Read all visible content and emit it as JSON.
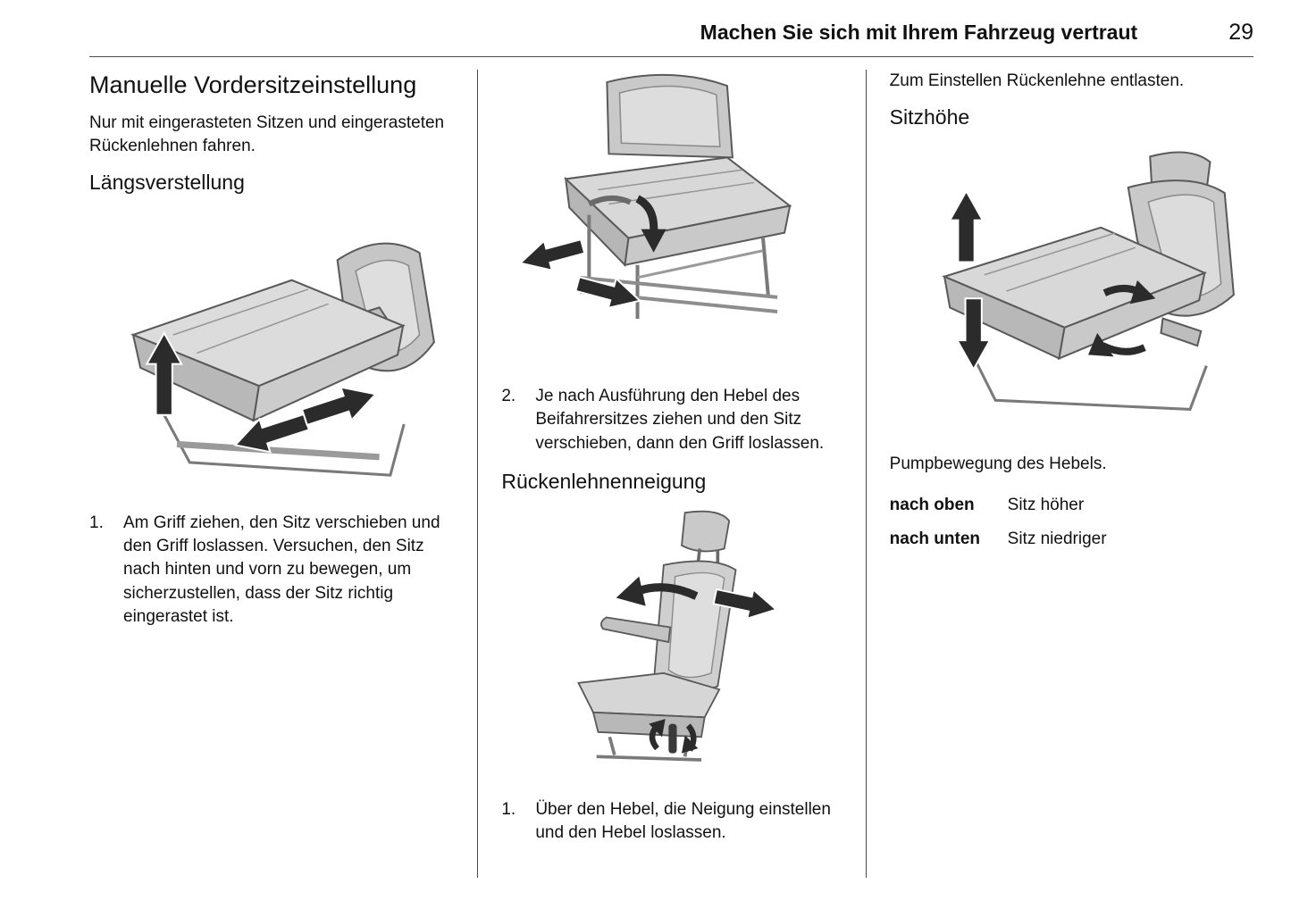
{
  "header": {
    "title": "Machen Sie sich mit Ihrem Fahrzeug vertraut",
    "page_number": "29"
  },
  "left_column": {
    "heading": "Manuelle Vordersitzeinstellung",
    "intro": "Nur mit eingerasteten Sitzen und eingerasteten Rückenlehnen fahren.",
    "subheading": "Längsverstellung",
    "illustration": "seat-longitudinal-adjustment-arrows",
    "step": {
      "number": "1.",
      "text": "Am Griff ziehen, den Sitz verschieben und den Griff loslassen. Versuchen, den Sitz nach hinten und vorn zu bewegen, um sicherzustellen, dass der Sitz richtig eingerastet ist."
    }
  },
  "middle_column": {
    "illustration_top": "passenger-seat-slide-adjustment-arrows",
    "step2": {
      "number": "2.",
      "text": "Je nach Ausführung den Hebel des Beifahrersitzes ziehen und den Sitz verschieben, dann den Griff loslassen."
    },
    "subheading": "Rückenlehnenneigung",
    "illustration_bottom": "seat-backrest-recline-arrows",
    "step1": {
      "number": "1.",
      "text": "Über den Hebel, die Neigung einstellen und den Hebel loslassen."
    }
  },
  "right_column": {
    "intro": "Zum Einstellen Rückenlehne entlasten.",
    "subheading": "Sitzhöhe",
    "illustration": "seat-height-adjustment-arrows",
    "pump_text": "Pumpbewegung des Hebels.",
    "table": [
      {
        "key": "nach oben",
        "value": "Sitz höher"
      },
      {
        "key": "nach unten",
        "value": "Sitz niedriger"
      }
    ]
  }
}
